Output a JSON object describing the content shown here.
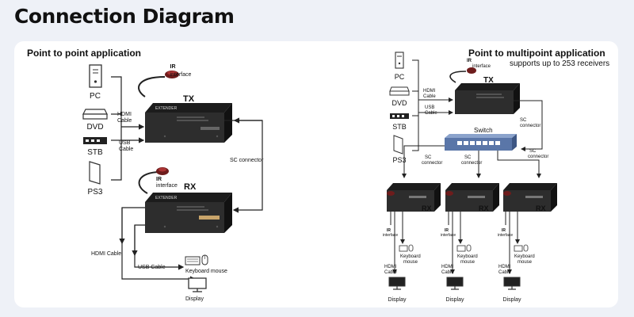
{
  "page": {
    "title": "Connection Diagram"
  },
  "ptp": {
    "heading": "Point to point application",
    "sources": [
      "PC",
      "DVD",
      "STB",
      "PS3"
    ],
    "ir_label": "IR",
    "ir_sub": "interface",
    "tx": "TX",
    "rx": "RX",
    "device_brand": "EXTENDER",
    "hdmi_cable_1": "HDMI",
    "hdmi_cable_2": "Cable",
    "usb_cable_1": "USB",
    "usb_cable_2": "Cable",
    "sc_connector": "SC connector",
    "hdmi_cable": "HDMI Cable",
    "usb_cable": "USB Cable",
    "keyboard_mouse": "Keyboard mouse",
    "display": "Display"
  },
  "ptmp": {
    "heading": "Point to multipoint application",
    "subheading": "supports up to 253 receivers",
    "sources": [
      "PC",
      "DVD",
      "STB",
      "PS3"
    ],
    "ir_label": "IR",
    "ir_sub": "interface",
    "tx": "TX",
    "hdmi_1": "HDMI",
    "hdmi_2": "Cable",
    "usb_1": "USB",
    "usb_2": "Cable",
    "sc_1": "SC",
    "sc_2": "connector",
    "switch": "Switch",
    "receivers": [
      {
        "rx": "RX",
        "ir": "IR",
        "ir_sub": "interface",
        "km_1": "Keyboard",
        "km_2": "mouse",
        "hdmi_1": "HDMI",
        "hdmi_2": "Cable",
        "display": "Display"
      },
      {
        "rx": "RX",
        "ir": "IR",
        "ir_sub": "interface",
        "km_1": "Keyboard",
        "km_2": "mouse",
        "hdmi_1": "HDMI",
        "hdmi_2": "Cable",
        "display": "Display"
      },
      {
        "rx": "RX",
        "ir": "IR",
        "ir_sub": "interface",
        "km_1": "Keyboard",
        "km_2": "mouse",
        "hdmi_1": "HDMI",
        "hdmi_2": "Cable",
        "display": "Display"
      }
    ]
  },
  "colors": {
    "background": "#eef1f7",
    "card": "#ffffff",
    "device_body": "#2a2a2a",
    "switch_body": "#5a76a8",
    "ir_receiver": "#7a2020",
    "line": "#222222"
  }
}
